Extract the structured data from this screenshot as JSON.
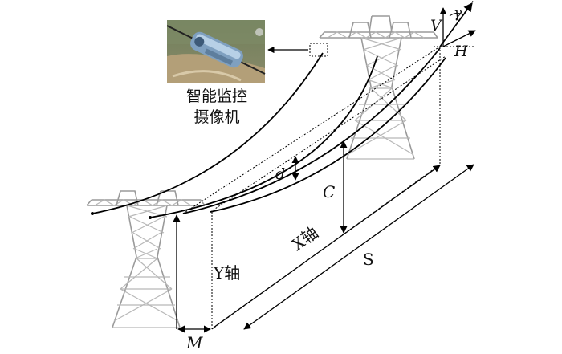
{
  "camera": {
    "label_line1": "智能监控",
    "label_line2": "摄像机"
  },
  "labels": {
    "V": "V",
    "gamma": "γ",
    "H": "H",
    "d": "d",
    "C": "C",
    "X_axis": "X轴",
    "Y_axis": "Y轴",
    "S": "S",
    "M": "M"
  }
}
